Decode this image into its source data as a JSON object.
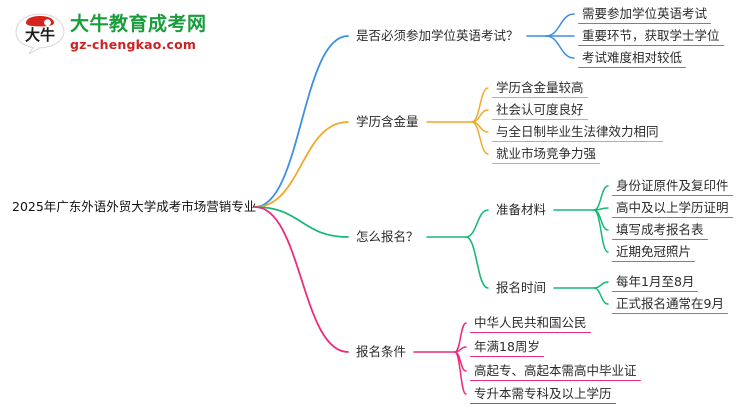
{
  "logo": {
    "name": "大牛教育成考网",
    "url": "gz-chengkao.com",
    "mark_text": "大牛"
  },
  "mindmap": {
    "root": {
      "label": "2025年广东外语外贸大学成考市场营销专业"
    },
    "colors": {
      "branch1": "#3d8fe0",
      "branch2": "#f0a92b",
      "branch3": "#17b978",
      "branch4": "#ec2a7b"
    },
    "branches": [
      {
        "label": "是否必须参加学位英语考试？",
        "color": "#3d8fe0",
        "children": [
          {
            "label": "需要参加学位英语考试"
          },
          {
            "label": "重要环节，获取学士学位"
          },
          {
            "label": "考试难度相对较低"
          }
        ]
      },
      {
        "label": "学历含金量",
        "color": "#f0a92b",
        "children": [
          {
            "label": "学历含金量较高"
          },
          {
            "label": "社会认可度良好"
          },
          {
            "label": "与全日制毕业生法律效力相同"
          },
          {
            "label": "就业市场竞争力强"
          }
        ]
      },
      {
        "label": "怎么报名？",
        "color": "#17b978",
        "children": [
          {
            "label": "准备材料",
            "children": [
              {
                "label": "身份证原件及复印件"
              },
              {
                "label": "高中及以上学历证明"
              },
              {
                "label": "填写成考报名表"
              },
              {
                "label": "近期免冠照片"
              }
            ]
          },
          {
            "label": "报名时间",
            "children": [
              {
                "label": "每年1月至8月"
              },
              {
                "label": "正式报名通常在9月"
              }
            ]
          }
        ]
      },
      {
        "label": "报名条件",
        "color": "#ec2a7b",
        "children": [
          {
            "label": "中华人民共和国公民"
          },
          {
            "label": "年满18周岁"
          },
          {
            "label": "高起专、高起本需高中毕业证"
          },
          {
            "label": "专升本需专科及以上学历"
          }
        ]
      }
    ]
  }
}
